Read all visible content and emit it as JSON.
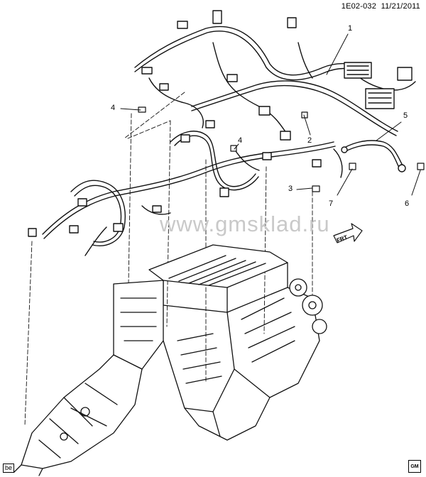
{
  "header": {
    "diagram_code": "1E02-032",
    "date": "11/21/2011"
  },
  "callouts": [
    "1",
    "2",
    "3",
    "4",
    "4",
    "5",
    "6",
    "7"
  ],
  "arrow": {
    "label": "FRT"
  },
  "watermark": "www.gmsklad.ru",
  "corner_label": "be",
  "logo": "GM"
}
